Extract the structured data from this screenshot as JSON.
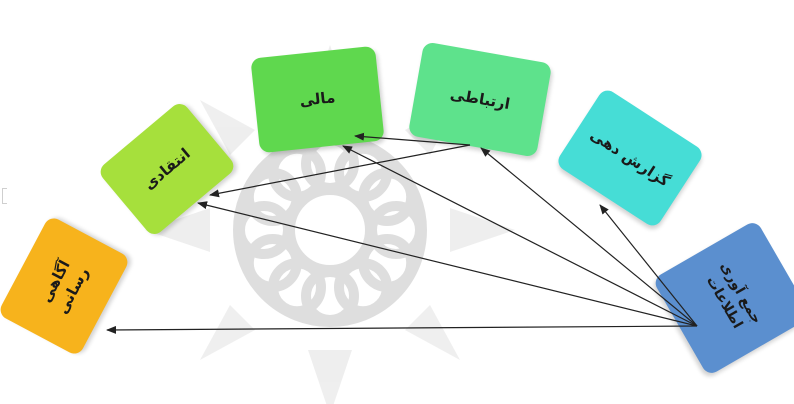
{
  "diagram": {
    "source_node": {
      "label": "جمع آوری\nاطلاعات",
      "color": "#5b8fcf"
    },
    "target_nodes": [
      {
        "id": "awareness",
        "label": "آگاهی\nرسانی",
        "color": "#f7b31c"
      },
      {
        "id": "critical",
        "label": "انتقادی",
        "color": "#a6e03c"
      },
      {
        "id": "financial",
        "label": "مالی",
        "color": "#5fd84e"
      },
      {
        "id": "communication",
        "label": "ارتباطی",
        "color": "#5ee28c"
      },
      {
        "id": "reporting",
        "label": "گزارش دهی",
        "color": "#46ddd6"
      }
    ],
    "arrow_color": "#222222"
  },
  "watermark": {
    "description": "university emblem",
    "color": "#bdbdbd"
  }
}
